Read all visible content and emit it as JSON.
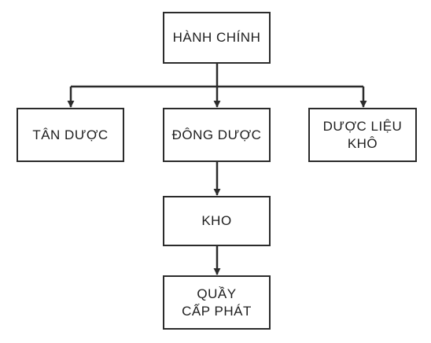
{
  "diagram": {
    "colors": {
      "line": "#2b2b2b",
      "box_border": "#2b2b2b",
      "text": "#1e1e1e",
      "background": "#ffffff"
    },
    "nodes": {
      "admin": {
        "lines": [
          "HÀNH CHÍNH"
        ]
      },
      "western": {
        "lines": [
          "TÂN DƯỢC"
        ]
      },
      "eastern": {
        "lines": [
          "ĐÔNG DƯỢC"
        ]
      },
      "herbal": {
        "lines": [
          "DƯỢC LIỆU",
          "KHÔ"
        ]
      },
      "store": {
        "lines": [
          "KHO"
        ]
      },
      "counter": {
        "lines": [
          "QUẦY",
          "CẤP PHÁT"
        ]
      }
    },
    "edges": [
      {
        "from": "admin",
        "to": "western"
      },
      {
        "from": "admin",
        "to": "eastern"
      },
      {
        "from": "admin",
        "to": "herbal"
      },
      {
        "from": "eastern",
        "to": "store"
      },
      {
        "from": "store",
        "to": "counter"
      }
    ]
  }
}
